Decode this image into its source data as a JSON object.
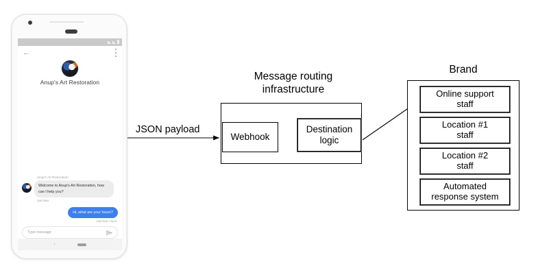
{
  "phone": {
    "status_bar": {
      "icons": [
        "signal-icon",
        "wifi-icon",
        "battery-icon"
      ]
    },
    "app_bar": {
      "back_icon": "back-arrow-icon",
      "overflow_icon": "kebab-menu-icon"
    },
    "business": {
      "name": "Anup's Art Restoration",
      "avatar": "business-avatar"
    },
    "conversation": [
      {
        "sender_label": "Anup's Art Restoration",
        "direction": "incoming",
        "text": "Welcome to Anup's Art Restoration, how can I help you?",
        "timestamp": "Just Now"
      },
      {
        "direction": "outgoing",
        "text": "Hi, what are your hours?",
        "timestamp": "Just Now • Sent"
      }
    ],
    "composer": {
      "placeholder": "Type message",
      "send_icon": "send-icon"
    },
    "nav_bar": {
      "back_icon": "nav-back-icon",
      "home_icon": "nav-home-pill"
    }
  },
  "diagram": {
    "flow_label": "JSON payload",
    "infrastructure": {
      "title_line1": "Message routing",
      "title_line2": "infrastructure",
      "nodes": [
        {
          "label_line1": "Webhook",
          "label_line2": ""
        },
        {
          "label_line1": "Destination",
          "label_line2": "logic"
        }
      ]
    },
    "brand": {
      "title": "Brand",
      "items": [
        {
          "line1": "Online support",
          "line2": "staff"
        },
        {
          "line1": "Location #1",
          "line2": "staff"
        },
        {
          "line1": "Location #2",
          "line2": "staff"
        },
        {
          "line1": "Automated",
          "line2": "response system"
        }
      ]
    }
  },
  "colors": {
    "outgoing_bubble": "#3d7ef0",
    "incoming_bubble": "#ececec",
    "stroke": "#000000",
    "status_bar": "#c9c9c9"
  }
}
